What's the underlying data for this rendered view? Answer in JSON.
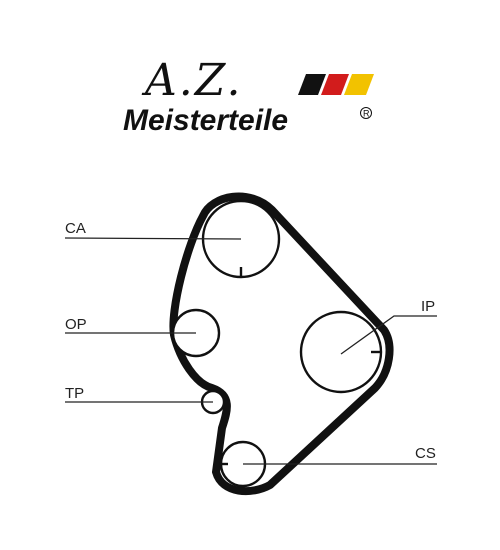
{
  "logo": {
    "script_text": "A.Z.",
    "brand_text": "Meisterteile",
    "registered_mark": "R",
    "flag_colors": [
      "#111111",
      "#d21c1c",
      "#f2c200"
    ]
  },
  "pulleys": {
    "ca": "CA",
    "op": "OP",
    "tp": "TP",
    "ip": "IP",
    "cs": "CS"
  },
  "colors": {
    "line": "#111111",
    "background": "#ffffff"
  }
}
